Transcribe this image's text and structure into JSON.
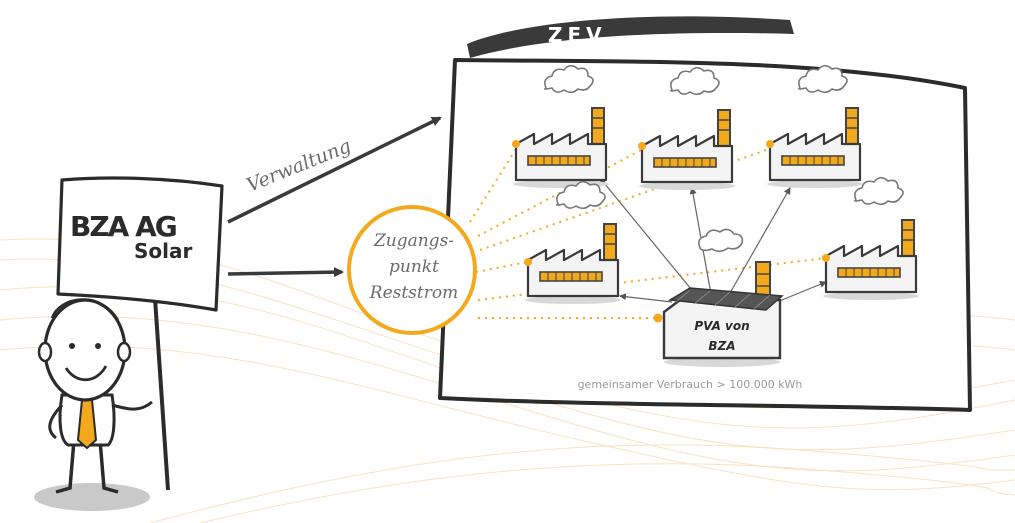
{
  "company": {
    "name": "BZA AG",
    "sub": "Solar"
  },
  "verwaltung": "Verwaltung",
  "zev": {
    "title": "ZEV"
  },
  "access_point": {
    "line1": "Zugangs-",
    "line2": "punkt",
    "line3": "Reststrom"
  },
  "pva": {
    "line1": "PVA von",
    "line2": "BZA"
  },
  "consumption": "gemeinsamer Verbrauch > 100.000 kWh",
  "colors": {
    "accent": "#f2a91e",
    "ink": "#2e2e2e",
    "grey": "#9a9a9a"
  }
}
